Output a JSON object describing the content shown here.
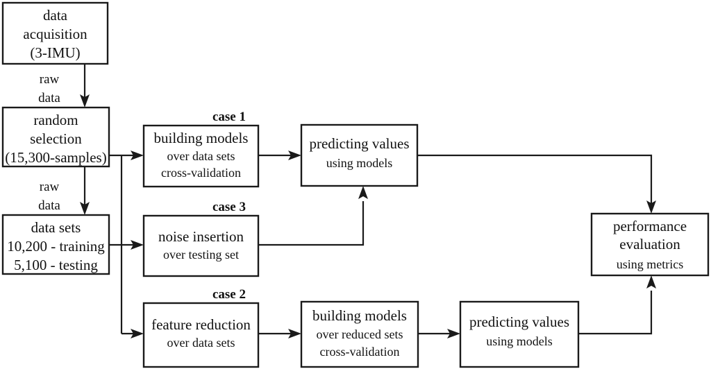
{
  "diagram": {
    "title": "machine learning methodology flowchart",
    "colors": {
      "background": "#ffffff",
      "stroke": "#1a1a1a",
      "text": "#111111",
      "box_fill": "#ffffff"
    },
    "nodes": [
      {
        "id": "data-acquisition",
        "lines": [
          "data",
          "acquisition",
          "(3-IMU)"
        ],
        "emphasis": [
          "main",
          "main",
          "main"
        ]
      },
      {
        "id": "random-selection",
        "lines": [
          "random",
          "selection",
          "(15,300-samples)"
        ],
        "emphasis": [
          "main",
          "main",
          "main"
        ]
      },
      {
        "id": "data-sets",
        "lines": [
          "data sets",
          "10,200 - training",
          "5,100 - testing"
        ],
        "emphasis": [
          "main",
          "main",
          "main"
        ]
      },
      {
        "id": "building-models-case1",
        "lines": [
          "building models",
          "over data sets",
          "cross-validation"
        ],
        "emphasis": [
          "main",
          "sub",
          "sub"
        ]
      },
      {
        "id": "predicting-values-case1",
        "lines": [
          "predicting values",
          "using models"
        ],
        "emphasis": [
          "main",
          "sub"
        ]
      },
      {
        "id": "noise-insertion-case3",
        "lines": [
          "noise insertion",
          "over testing set"
        ],
        "emphasis": [
          "main",
          "sub"
        ]
      },
      {
        "id": "feature-reduction-case2",
        "lines": [
          "feature reduction",
          "over data sets"
        ],
        "emphasis": [
          "main",
          "sub"
        ]
      },
      {
        "id": "building-models-case2",
        "lines": [
          "building models",
          "over  reduced sets",
          "cross-validation"
        ],
        "emphasis": [
          "main",
          "sub",
          "sub"
        ]
      },
      {
        "id": "predicting-values-case2",
        "lines": [
          "predicting values",
          "using models"
        ],
        "emphasis": [
          "main",
          "sub"
        ]
      },
      {
        "id": "performance-evaluation",
        "lines": [
          "performance",
          "evaluation",
          "using metrics"
        ],
        "emphasis": [
          "main",
          "main",
          "sub"
        ]
      }
    ],
    "edge_labels": [
      {
        "id": "raw-data-1",
        "lines": [
          "raw",
          "data"
        ]
      },
      {
        "id": "raw-data-2",
        "lines": [
          "raw",
          "data"
        ]
      }
    ],
    "case_labels": [
      {
        "id": "case-1",
        "text": "case 1"
      },
      {
        "id": "case-3",
        "text": "case 3"
      },
      {
        "id": "case-2",
        "text": "case 2"
      }
    ]
  }
}
